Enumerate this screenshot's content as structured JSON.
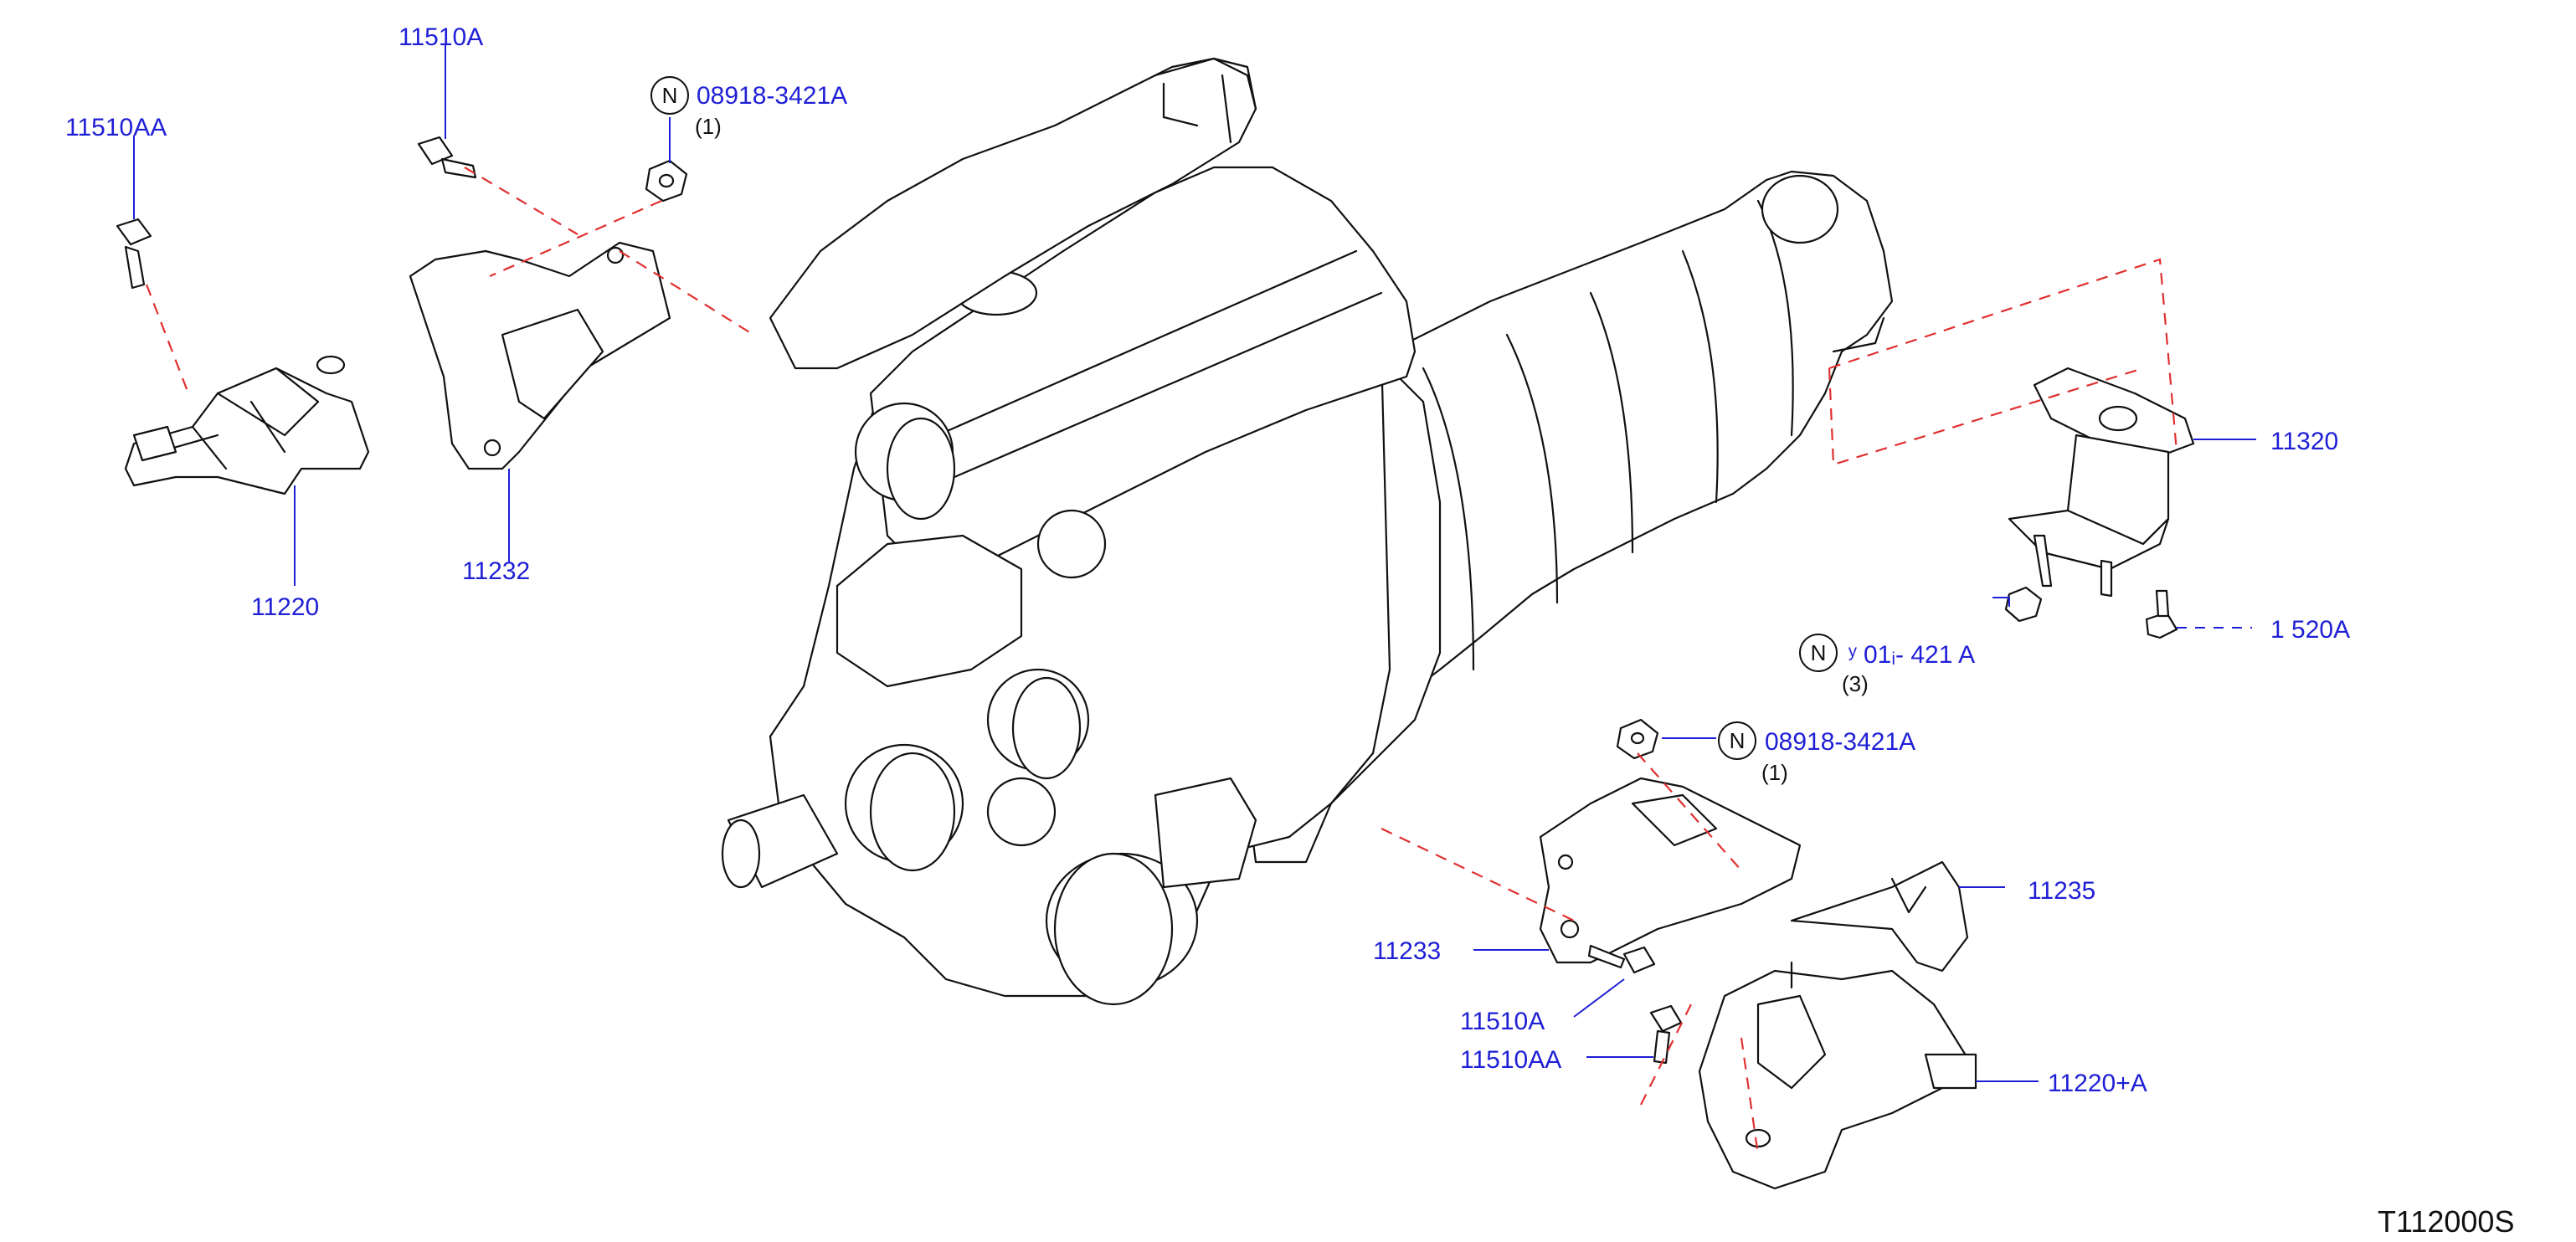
{
  "diagram": {
    "code": "T112000S",
    "colors": {
      "label": "#1f1fd6",
      "line": "#111111",
      "dash": "#e03030"
    },
    "callouts": {
      "p11510AA_left": "11510AA",
      "p11510A_top": "11510A",
      "p08918_top": "08918-3421A",
      "p08918_top_qty": "(1)",
      "p11220": "11220",
      "p11232": "11232",
      "p11320": "11320",
      "p11520A": "1  520A",
      "p08918_mid": "ʸ 01ᵢ- 421 A",
      "p08918_mid_qty": "(3)",
      "p08918_low": "08918-3421A",
      "p08918_low_qty": "(1)",
      "p11235": "11235",
      "p11233": "11233",
      "p11510A_low": "11510A",
      "p11510AA_low": "11510AA",
      "p11220A": "11220+A"
    },
    "n_mark": "N"
  }
}
